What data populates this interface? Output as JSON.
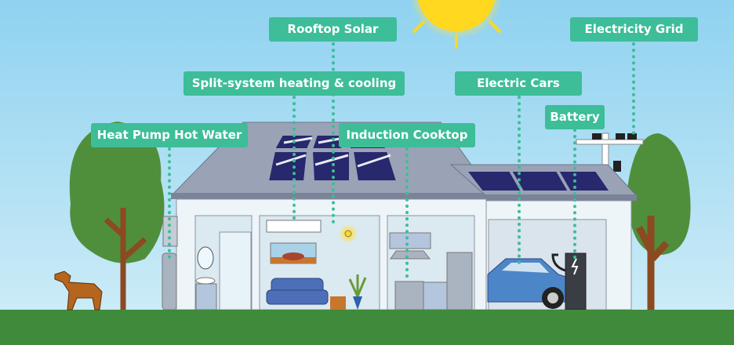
{
  "labels": {
    "rooftop_solar": "Rooftop Solar",
    "electricity_grid": "Electricity Grid",
    "split_system": "Split-system heating & cooling",
    "electric_cars": "Electric Cars",
    "battery": "Battery",
    "heat_pump": "Heat Pump Hot Water",
    "induction_cooktop": "Induction Cooktop"
  },
  "colors": {
    "label": "#3dbd98",
    "sky": "#a9dcf3",
    "ground": "#3f8a3b",
    "solar_panel": "#27286e",
    "roof": "#8f99ad"
  }
}
